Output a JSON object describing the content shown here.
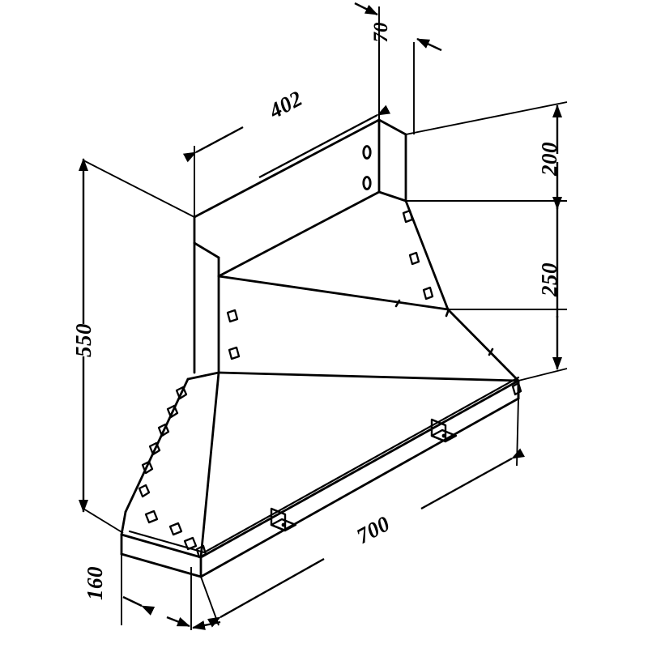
{
  "drawing": {
    "type": "isometric-technical-drawing",
    "subject": "range-hood",
    "units": "mm",
    "line_color": "#000000",
    "background_color": "#ffffff",
    "stroke_width": 2.6
  },
  "dimensions": {
    "depth_top": {
      "label": "70",
      "name": "chimney-depth",
      "position": "top-center",
      "rotation": -90
    },
    "chimney_width": {
      "label": "402",
      "name": "chimney-width",
      "position": "top-left",
      "rotation": -30
    },
    "upper_right_height": {
      "label": "200",
      "name": "upper-right-height",
      "position": "right-upper",
      "rotation": -90
    },
    "lower_right_height": {
      "label": "250",
      "name": "lower-right-height",
      "position": "right-lower",
      "rotation": -90
    },
    "total_height": {
      "label": "550",
      "name": "total-height",
      "position": "left",
      "rotation": -90
    },
    "body_width": {
      "label": "700",
      "name": "body-width",
      "position": "bottom-center",
      "rotation": -30
    },
    "base_depth": {
      "label": "160",
      "name": "base-depth",
      "position": "bottom-left",
      "rotation": -90
    }
  },
  "features": {
    "chimney_holes": 2,
    "mounting_brackets": 2,
    "vent_slots_left_slope": 7,
    "vent_slots_front_panel": 2,
    "vent_slots_right_edge": 2
  }
}
